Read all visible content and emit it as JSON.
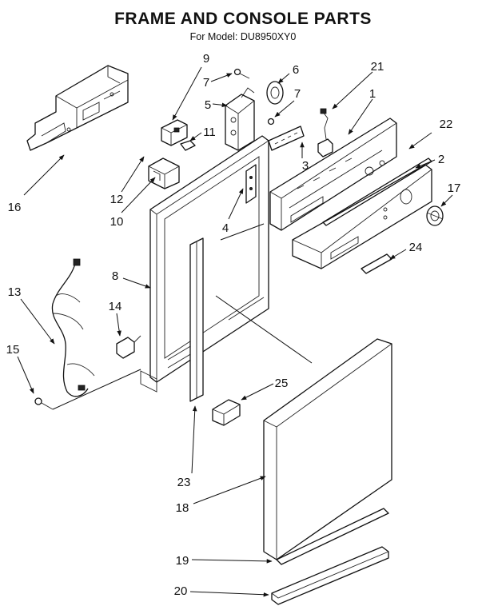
{
  "header": {
    "title": "FRAME AND CONSOLE PARTS",
    "subtitle": "For Model: DU8950XY0"
  },
  "callouts": [
    {
      "id": "c1",
      "label": "1"
    },
    {
      "id": "c2",
      "label": "2"
    },
    {
      "id": "c3",
      "label": "3"
    },
    {
      "id": "c4",
      "label": "4"
    },
    {
      "id": "c5",
      "label": "5"
    },
    {
      "id": "c6",
      "label": "6"
    },
    {
      "id": "c7a",
      "label": "7"
    },
    {
      "id": "c7b",
      "label": "7"
    },
    {
      "id": "c8",
      "label": "8"
    },
    {
      "id": "c9",
      "label": "9"
    },
    {
      "id": "c10",
      "label": "10"
    },
    {
      "id": "c11",
      "label": "11"
    },
    {
      "id": "c12",
      "label": "12"
    },
    {
      "id": "c13",
      "label": "13"
    },
    {
      "id": "c14",
      "label": "14"
    },
    {
      "id": "c15",
      "label": "15"
    },
    {
      "id": "c16",
      "label": "16"
    },
    {
      "id": "c17",
      "label": "17"
    },
    {
      "id": "c18",
      "label": "18"
    },
    {
      "id": "c19",
      "label": "19"
    },
    {
      "id": "c20",
      "label": "20"
    },
    {
      "id": "c21",
      "label": "21"
    },
    {
      "id": "c22",
      "label": "22"
    },
    {
      "id": "c23",
      "label": "23"
    },
    {
      "id": "c24",
      "label": "24"
    },
    {
      "id": "c25",
      "label": "25"
    }
  ]
}
